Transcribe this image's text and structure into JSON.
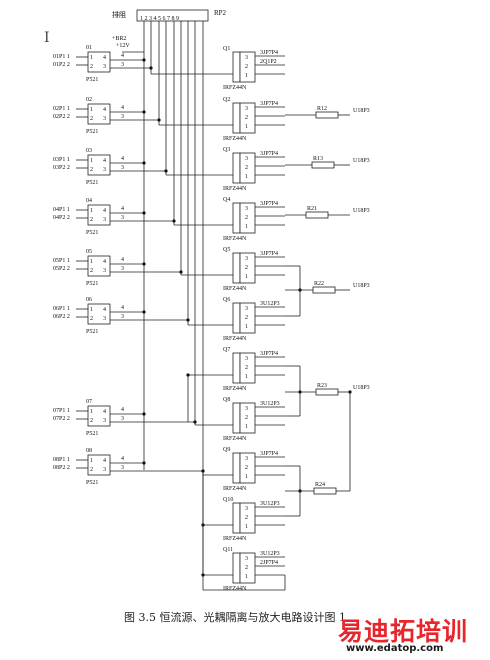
{
  "resistor_network": {
    "ref": "RP2",
    "label": "排阻",
    "pin_numbers": "1 2 3 4 5 6 7 8 9"
  },
  "supply": {
    "br2": "+BR2",
    "v12": "+12V"
  },
  "optocoupler_part": "P521",
  "mosfet_part": "IRFZ44N",
  "optocouplers": [
    {
      "ref": "01",
      "in1": "01P1 1",
      "in2": "01P2 2"
    },
    {
      "ref": "02",
      "in1": "02P1 1",
      "in2": "02P2 2"
    },
    {
      "ref": "03",
      "in1": "03P1 1",
      "in2": "03P2 2"
    },
    {
      "ref": "04",
      "in1": "04P1 1",
      "in2": "04P2 2"
    },
    {
      "ref": "05",
      "in1": "05P1 1",
      "in2": "05P2 2"
    },
    {
      "ref": "06",
      "in1": "06P1 1",
      "in2": "06P2 2"
    },
    {
      "ref": "07",
      "in1": "07P1 1",
      "in2": "07P2 2"
    },
    {
      "ref": "08",
      "in1": "08P1 1",
      "in2": "08P2 2"
    }
  ],
  "opto_pins": [
    "1",
    "2",
    "4",
    "3"
  ],
  "opto_out_pins": [
    "4",
    "3"
  ],
  "mosfets": [
    {
      "ref": "Q1",
      "conn": "3JP7P4",
      "pin2": "2Q1P2"
    },
    {
      "ref": "Q2",
      "conn": "3JP7P4",
      "pin2": ""
    },
    {
      "ref": "Q3",
      "conn": "3JP7P4",
      "pin2": ""
    },
    {
      "ref": "Q4",
      "conn": "3JP7P4",
      "pin2": ""
    },
    {
      "ref": "Q5",
      "conn": "3JP7P4",
      "pin2": ""
    },
    {
      "ref": "Q6",
      "conn": "3U12P3",
      "pin2": ""
    },
    {
      "ref": "Q7",
      "conn": "3JP7P4",
      "pin2": ""
    },
    {
      "ref": "Q8",
      "conn": "3U12P3",
      "pin2": ""
    },
    {
      "ref": "Q9",
      "conn": "3JP7P4",
      "pin2": ""
    },
    {
      "ref": "Q10",
      "conn": "3U12P3",
      "pin2": ""
    },
    {
      "ref": "Q11",
      "conn": "3U12P3",
      "pin2": "2JP7P4"
    }
  ],
  "mosfet_pins": [
    "3",
    "2",
    "1"
  ],
  "resistors": [
    {
      "ref": "R12",
      "net": "U18P3"
    },
    {
      "ref": "R13",
      "net": "U18P3"
    },
    {
      "ref": "R21",
      "net": "U18P3"
    },
    {
      "ref": "R22",
      "net": "U18P3"
    },
    {
      "ref": "R23",
      "net": "U18P3"
    },
    {
      "ref": "R24",
      "net": ""
    }
  ],
  "caption": "图 3.5 恒流源、光耦隔离与放大电路设计图 1",
  "watermark": {
    "text": "易迪拓培训",
    "url": "www.edatop.com"
  }
}
